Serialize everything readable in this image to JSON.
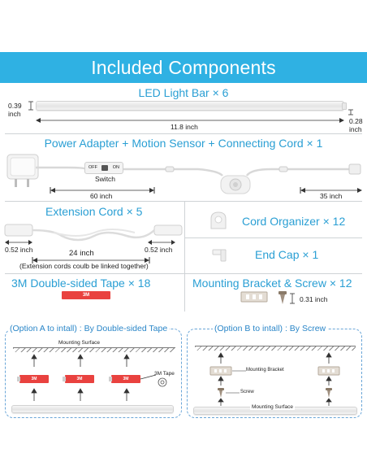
{
  "banner": {
    "title": "Included Components"
  },
  "led_bar": {
    "title": "LED Light Bar × 6",
    "height_label": "0.39\ninch",
    "length_label": "11.8 inch",
    "depth_label": "0.28\ninch"
  },
  "adapter": {
    "title": "Power Adapter + Motion Sensor + Connecting Cord × 1",
    "switch_label": "Switch",
    "off_label": "OFF",
    "on_label": "ON",
    "left_length": "60 inch",
    "right_length": "35 inch"
  },
  "extension": {
    "title": "Extension Cord × 5",
    "left_size": "0.52 inch",
    "length": "24 inch",
    "right_size": "0.52 inch",
    "note": "(Extension cords coulb be linked together)"
  },
  "organizer": {
    "title": "Cord Organizer × 12"
  },
  "endcap": {
    "title": "End Cap × 1"
  },
  "tape": {
    "title": "3M Double-sided Tape × 18",
    "brand": "3M"
  },
  "bracket": {
    "title": "Mounting Bracket & Screw × 12",
    "size": "0.31 inch"
  },
  "option_a": {
    "title": "(Option A to intall) : By Double-sided Tape",
    "surface": "Mounting Surface",
    "tape_label": "3M Tape",
    "brand": "3M"
  },
  "option_b": {
    "title": "(Option B to intall) : By Screw",
    "surface": "Mounting Surface",
    "bracket_label": "Mounting Bracket",
    "screw_label": "Screw"
  },
  "colors": {
    "accent": "#2fb1e3",
    "title_text": "#2a9fd4",
    "tape_red": "#e9423f",
    "dash_border": "#6aa6d8"
  }
}
